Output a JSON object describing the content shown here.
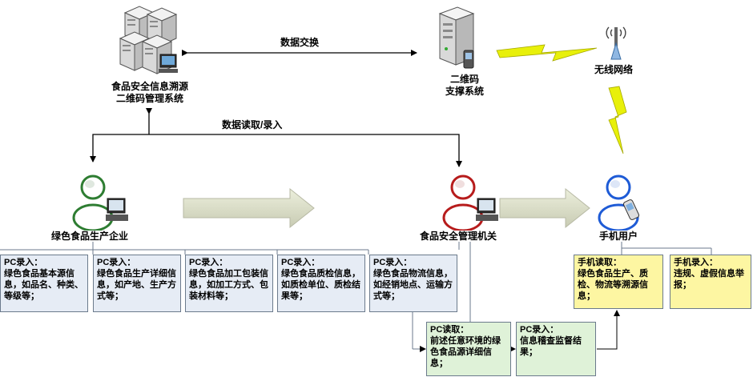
{
  "nodes": {
    "server_main": {
      "label_line1": "食品安全信息溯源",
      "label_line2": "二维码管理系统"
    },
    "server_support": {
      "label_line1": "二维码",
      "label_line2": "支撑系统"
    },
    "wireless": {
      "label": "无线网络"
    },
    "enterprise": {
      "label": "绿色食品生产企业"
    },
    "agency": {
      "label": "食品安全管理机关"
    },
    "mobile_user": {
      "label": "手机用户"
    }
  },
  "edges": {
    "data_exchange": "数据交换",
    "data_read_write": "数据读取/录入"
  },
  "boxes": [
    {
      "title": "PC录入：",
      "body": "绿色食品基本源信息，如品名、种类、等级等；"
    },
    {
      "title": "PC录入：",
      "body": "绿色食品生产详细信息，如产地、生产方式等；"
    },
    {
      "title": "PC录入：",
      "body": "绿色食品加工包装信息，如加工方式、包装材料等；"
    },
    {
      "title": "PC录入：",
      "body": "绿色食品质检信息，如质检单位、质检结果等；"
    },
    {
      "title": "PC录入：",
      "body": "绿色食品物流信息，如经销地点、运输方式等；"
    },
    {
      "title": "PC读取：",
      "body": "前述任意环境的绿色食品源详细信息；"
    },
    {
      "title": "PC录入：",
      "body": "信息稽查监督结果；"
    },
    {
      "title": "手机读取：",
      "body": "绿色食品生产、质检、物流等溯源信息；"
    },
    {
      "title": "手机录入：",
      "body": "违规、虚假信息举报；"
    }
  ],
  "colors": {
    "box_blue": "#e6ecf5",
    "box_green": "#dff2d8",
    "box_yellow": "#fdf6a2",
    "person_green": "#2e7d32",
    "person_red": "#b71c1c",
    "person_blue": "#1e5bd6",
    "lightning": "#e8f00a",
    "big_arrow": "#d9dcc6"
  }
}
